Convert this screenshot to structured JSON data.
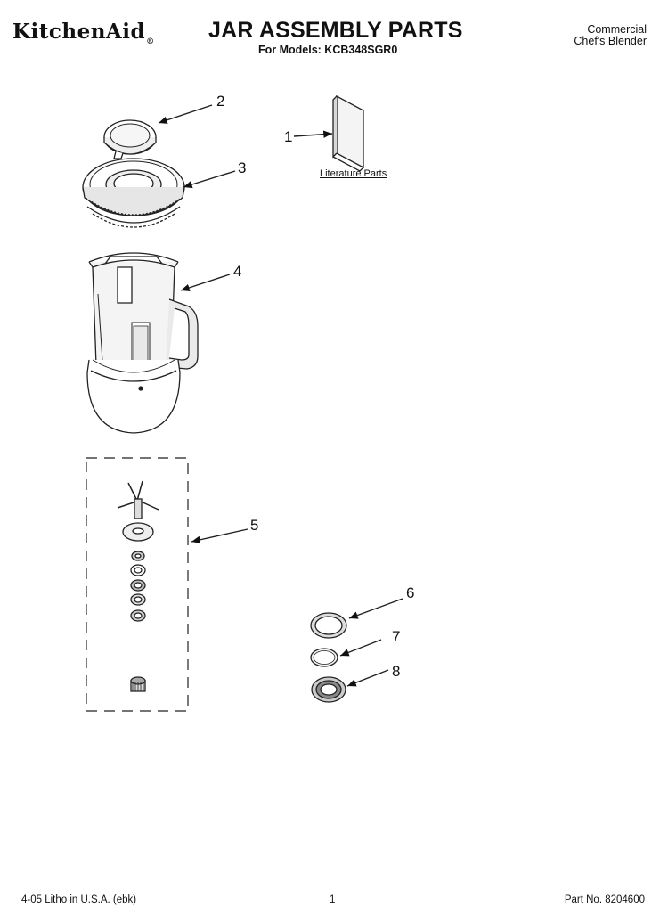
{
  "header": {
    "brand": "KitchenAid",
    "brand_mark": "®",
    "title": "JAR ASSEMBLY PARTS",
    "models_line": "For Models: KCB348SGR0",
    "product_type": [
      "Commercial",
      "Chef's Blender"
    ]
  },
  "diagram": {
    "literature_label": "Literature Parts",
    "callouts": [
      "1",
      "2",
      "3",
      "4",
      "5",
      "6",
      "7",
      "8"
    ]
  },
  "footer": {
    "print_info": "4-05 Litho in U.S.A. (ebk)",
    "page_number": "1",
    "part_number": "Part No. 8204600"
  }
}
